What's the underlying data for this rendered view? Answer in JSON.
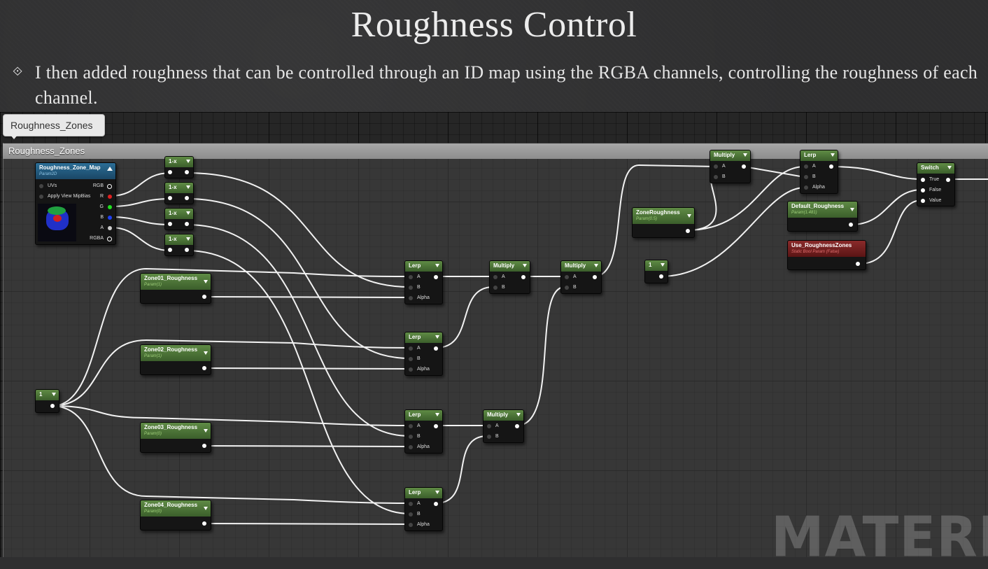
{
  "slide": {
    "title": "Roughness Control",
    "bullet_symbol": "⟐",
    "body": "I then added roughness that can be controlled through an ID map using the RGBA channels, controlling the roughness of each channel."
  },
  "editor": {
    "comment_bubble": "Roughness_Zones",
    "comment_title": "Roughness_Zones",
    "watermark": "MATERIAL"
  },
  "nodes": {
    "zone_map": {
      "title": "Roughness_Zone_Map",
      "sub": "Param2D",
      "in_uvs": "UVs",
      "in_mip": "Apply View MipBias",
      "out_rgb": "RGB",
      "out_r": "R",
      "out_g": "G",
      "out_b": "B",
      "out_a": "A",
      "out_rgba": "RGBA"
    },
    "one_minus": {
      "title": "1-x"
    },
    "zone01": {
      "title": "Zone01_Roughness",
      "sub": "Param(1)"
    },
    "zone02": {
      "title": "Zone02_Roughness",
      "sub": "Param(1)"
    },
    "zone03": {
      "title": "Zone03_Roughness",
      "sub": "Param(0)"
    },
    "zone04": {
      "title": "Zone04_Roughness",
      "sub": "Param(0)"
    },
    "constant": {
      "title": "1"
    },
    "lerp": {
      "title": "Lerp",
      "a": "A",
      "b": "B",
      "alpha": "Alpha"
    },
    "multiply": {
      "title": "Multiply",
      "a": "A",
      "b": "B"
    },
    "zone_roughness": {
      "title": "ZoneRoughness",
      "sub": "Param(0.5)"
    },
    "default_roughness": {
      "title": "Default_Roughness",
      "sub": "Param(1.481)"
    },
    "use_zones": {
      "title": "Use_RoughnessZones",
      "sub": "Static Bool Param (False)"
    },
    "switch": {
      "title": "Switch",
      "true": "True",
      "false": "False",
      "value": "Value"
    }
  },
  "colors": {
    "param_header": "#5f8b45",
    "bool_header": "#8a2a2a",
    "texture_header": "#2c6e96",
    "wire": "#f2f2f2"
  }
}
